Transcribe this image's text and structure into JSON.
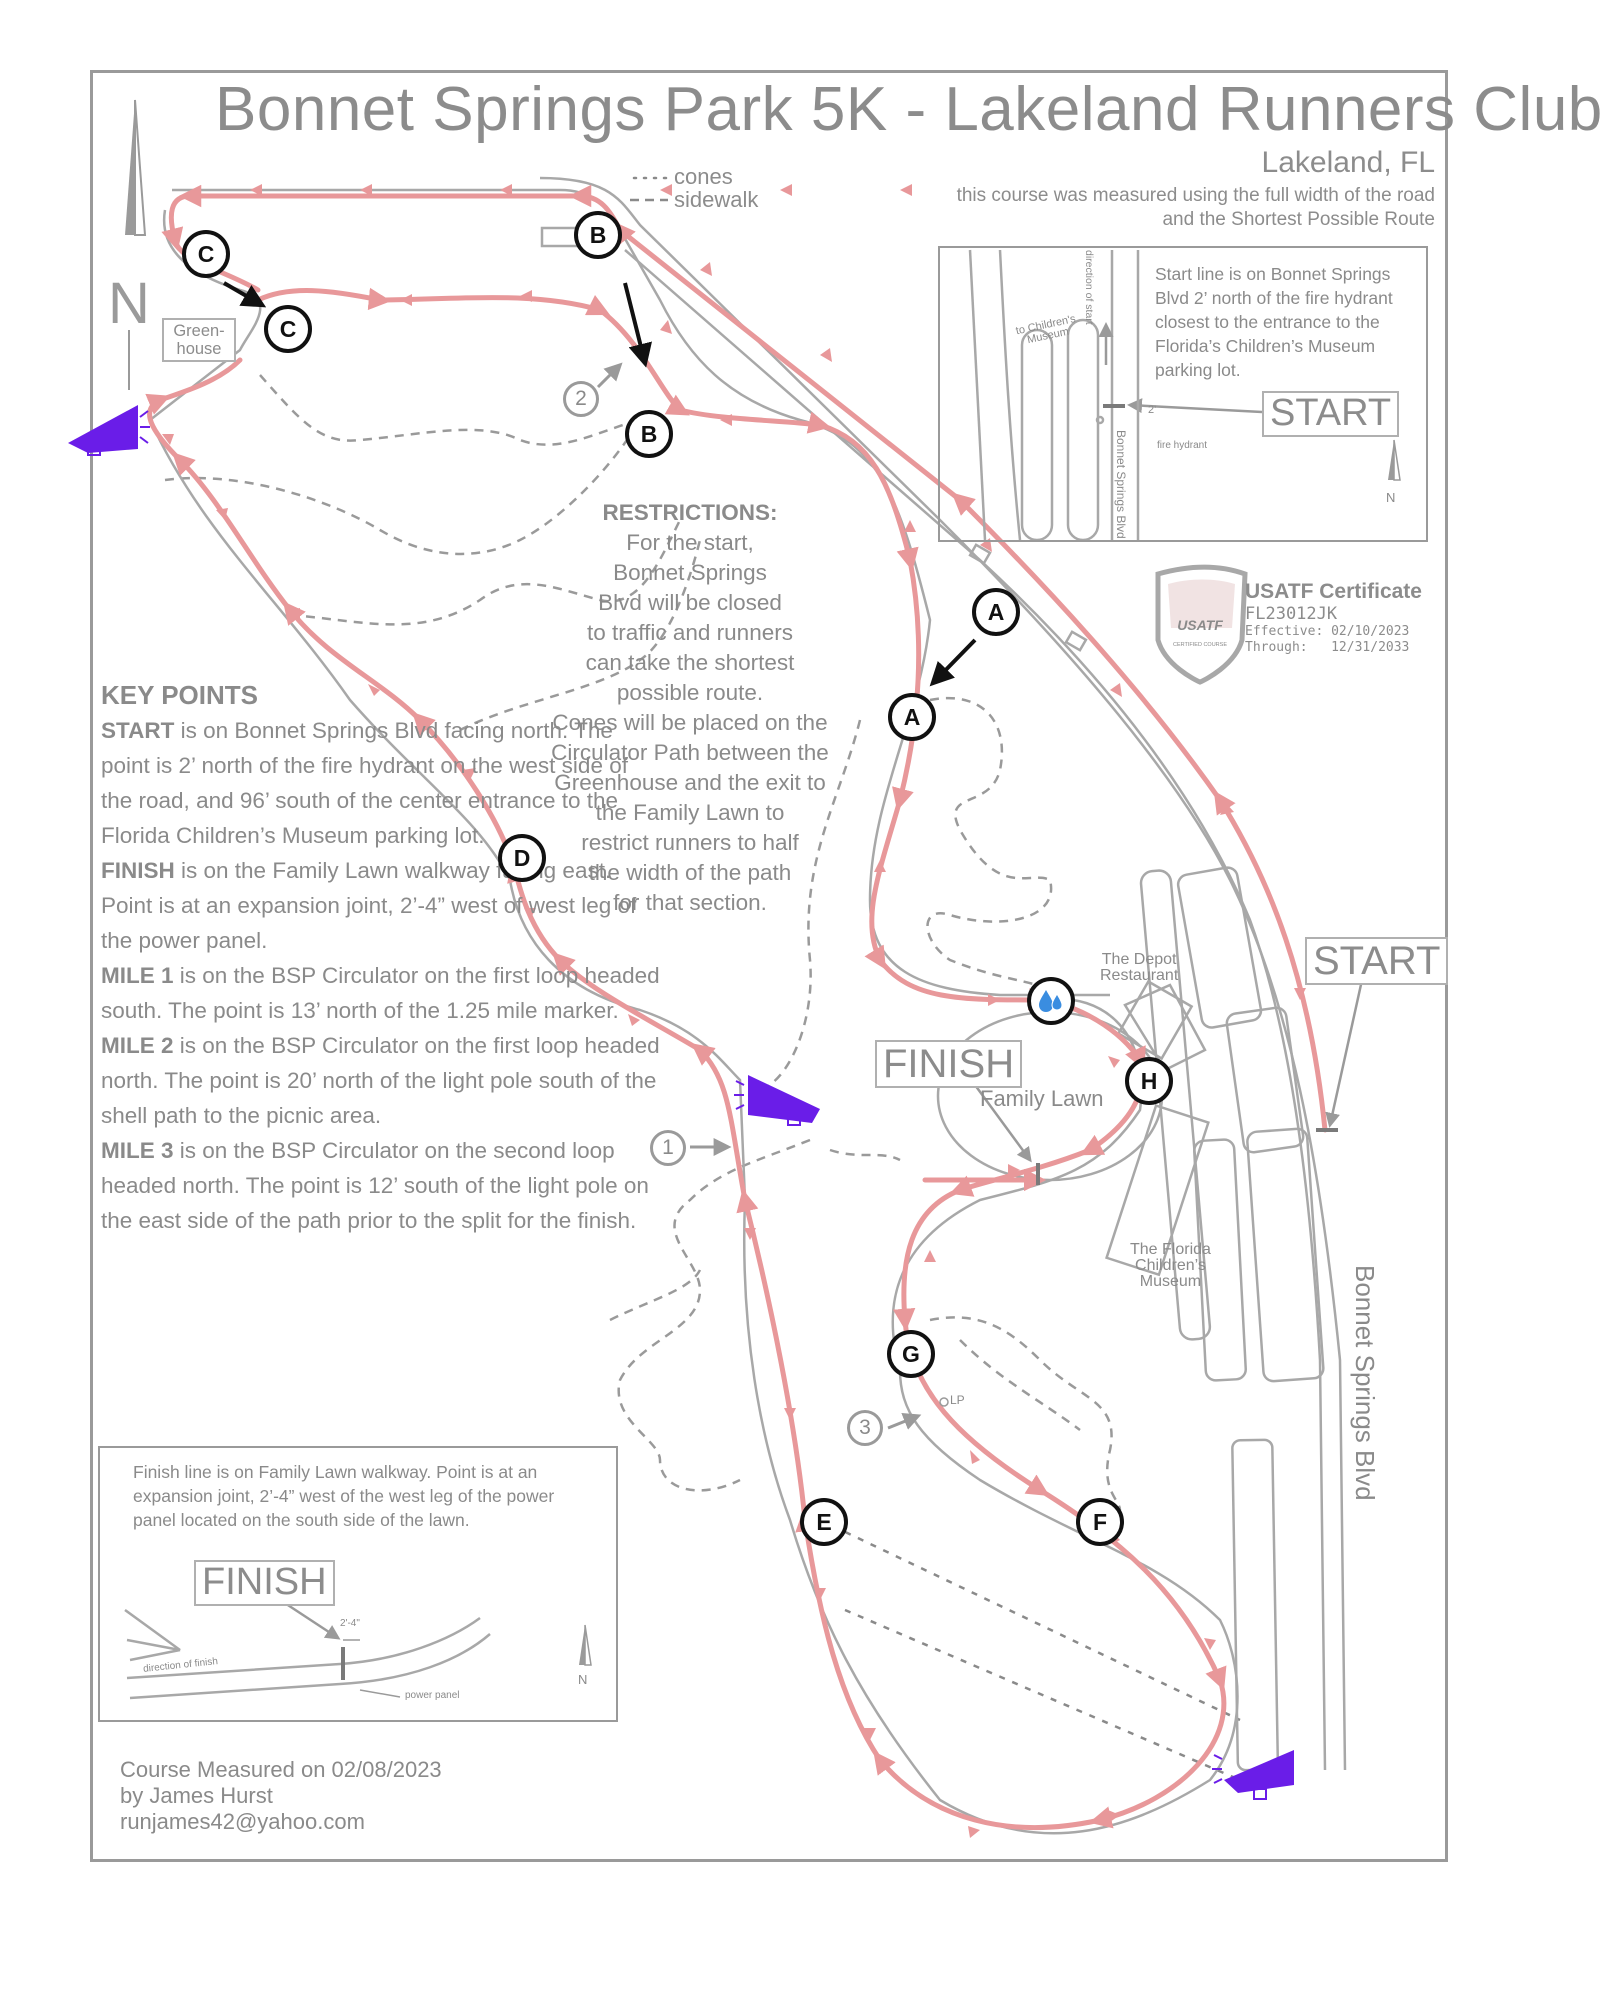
{
  "title": "Bonnet Springs Park 5K - Lakeland Runners Club",
  "subtitle": "Lakeland, FL",
  "measurement_note": "this course was measured using the full width of the road and the Shortest Possible Route",
  "legend": {
    "cones": "cones",
    "sidewalk": "sidewalk"
  },
  "restrictions": {
    "heading": "RESTRICTIONS:",
    "lines": [
      "For the start,",
      "Bonnet Springs",
      "Blvd will be closed",
      "to traffic and runners",
      "can take the shortest",
      "possible route.",
      "Cones will be placed on the",
      "Circulator Path between the",
      "Greenhouse and the exit to",
      "the Family Lawn to",
      "restrict runners to half",
      "the width of the path",
      "for that section."
    ]
  },
  "key_points": {
    "heading": "KEY POINTS",
    "items": [
      {
        "label": "START",
        "text": " is on Bonnet Springs Blvd facing north. The point is 2’ north of the fire hydrant on the west side of the road, and 96’ south of the center entrance to the Florida Children’s Museum parking lot."
      },
      {
        "label": "FINISH",
        "text": " is on the Family Lawn walkway facing east. Point is at an expansion joint, 2’-4” west of west leg of the power panel."
      },
      {
        "label": "MILE 1",
        "text": " is on the BSP Circulator on the first loop headed south. The point is 13’ north of the 1.25 mile marker."
      },
      {
        "label": "MILE 2",
        "text": " is on the BSP Circulator on the first loop headed north. The point is 20’ north of the light pole south of the shell path to the picnic area."
      },
      {
        "label": "MILE 3",
        "text": " is on the BSP Circulator on the second loop headed north. The point is 12’ south of the light pole on the east side of the path prior to the split for the finish."
      }
    ]
  },
  "start_inset": {
    "text": "Start line is on Bonnet Springs Blvd 2’ north of the fire hydrant closest to the entrance to the Florida’s Children’s Museum parking lot.",
    "label": "START",
    "museum_label": "to Children's Museum",
    "direction_label": "direction of start",
    "road_label": "Bonnet Springs Blvd",
    "hydrant_label": "fire hydrant",
    "offset_label": "2'",
    "north_label": "N"
  },
  "finish_inset": {
    "text": "Finish line is on Family Lawn walkway. Point is at an expansion joint, 2’-4” west of the west leg of the power panel located on the south side of the lawn.",
    "label": "FINISH",
    "offset_label": "2'-4\"",
    "direction_label": "direction of finish",
    "panel_label": "power panel",
    "north_label": "N"
  },
  "certificate": {
    "title": "USATF Certificate",
    "id": "FL23012JK",
    "effective_label": "Effective:",
    "effective": "02/10/2023",
    "through_label": "Through:",
    "through": "12/31/2033",
    "badge_text": "USATF",
    "badge_sub": "CERTIFIED COURSE"
  },
  "credit": {
    "line1": "Course Measured on 02/08/2023",
    "line2": "by James Hurst",
    "line3": "runjames42@yahoo.com"
  },
  "map_labels": {
    "north": "N",
    "start": "START",
    "finish": "FINISH",
    "greenhouse": "Green-house",
    "family_lawn": "Family Lawn",
    "depot_line1": "The Depot",
    "depot_line2": "Restaurant",
    "museum_line1": "The Florida",
    "museum_line2": "Children’s",
    "museum_line3": "Museum",
    "road": "Bonnet Springs Blvd",
    "light_pole": "LP"
  },
  "checkpoints": [
    "A",
    "A",
    "B",
    "B",
    "C",
    "C",
    "D",
    "E",
    "F",
    "G",
    "H"
  ],
  "mile_markers": [
    "1",
    "2",
    "3"
  ],
  "colors": {
    "route": "#e8989a",
    "path_outline": "#a8a8a8",
    "text_gray": "#8a8a8a",
    "megaphone": "#6a1de8",
    "checkpoint_border": "#111111"
  },
  "icons": [
    "megaphone-icon",
    "water-drop-icon",
    "north-arrow-icon",
    "usatf-badge-icon"
  ]
}
